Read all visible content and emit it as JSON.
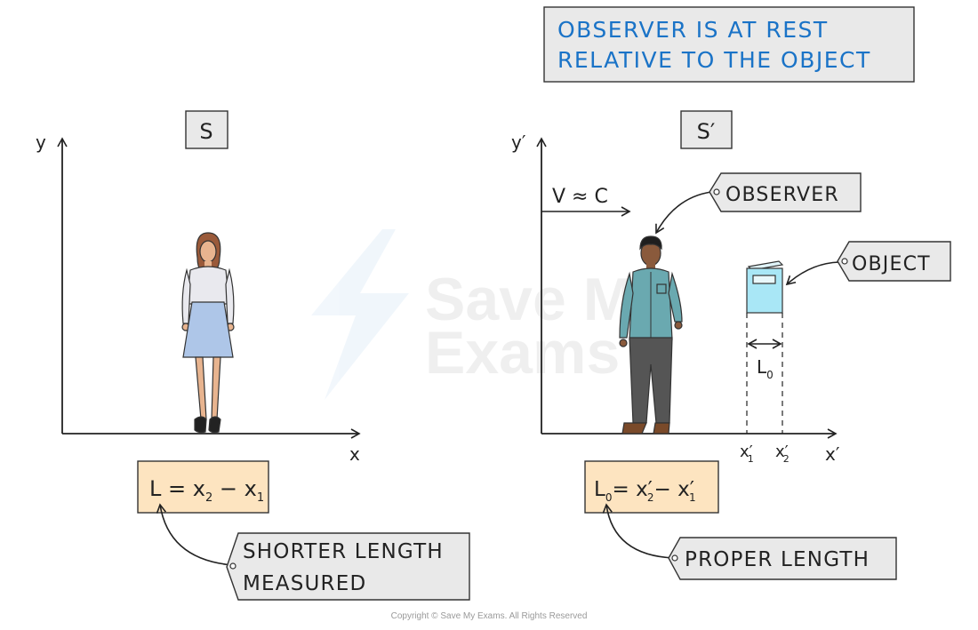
{
  "header_box": {
    "line1": "OBSERVER IS AT REST",
    "line2": "RELATIVE TO THE OBJECT"
  },
  "frame_s": {
    "label": "S",
    "y_axis": "y",
    "x_axis": "x",
    "equation": {
      "lhs": "L",
      "x2": "x",
      "sub2": "2",
      "x1": "x",
      "sub1": "1"
    },
    "tag": {
      "line1": "SHORTER LENGTH",
      "line2": "MEASURED"
    }
  },
  "frame_s_prime": {
    "label": "S′",
    "y_axis": "y′",
    "x_axis": "x′",
    "velocity": "V ≈ C",
    "observer_tag": "OBSERVER",
    "object_tag": "OBJECT",
    "length_label": {
      "base": "L",
      "sub": "0"
    },
    "tick1": {
      "base": "x′",
      "sub": "1"
    },
    "tick2": {
      "base": "x′",
      "sub": "2"
    },
    "equation": {
      "lhs": "L",
      "lhs_sub": "0",
      "x2": "x′",
      "sub2": "2",
      "x1": "x′",
      "sub1": "1"
    },
    "tag": "PROPER LENGTH"
  },
  "watermark": {
    "line1": "Save My",
    "line2": "Exams"
  },
  "copyright": "Copyright © Save My Exams. All Rights Reserved",
  "colors": {
    "label_box": "#e9e9e9",
    "equation_box": "#fde4c0",
    "text_blue": "#1a73c7",
    "book": "#a9e7f6",
    "shirt_man": "#6aa9b0",
    "skirt": "#aec6e8"
  }
}
